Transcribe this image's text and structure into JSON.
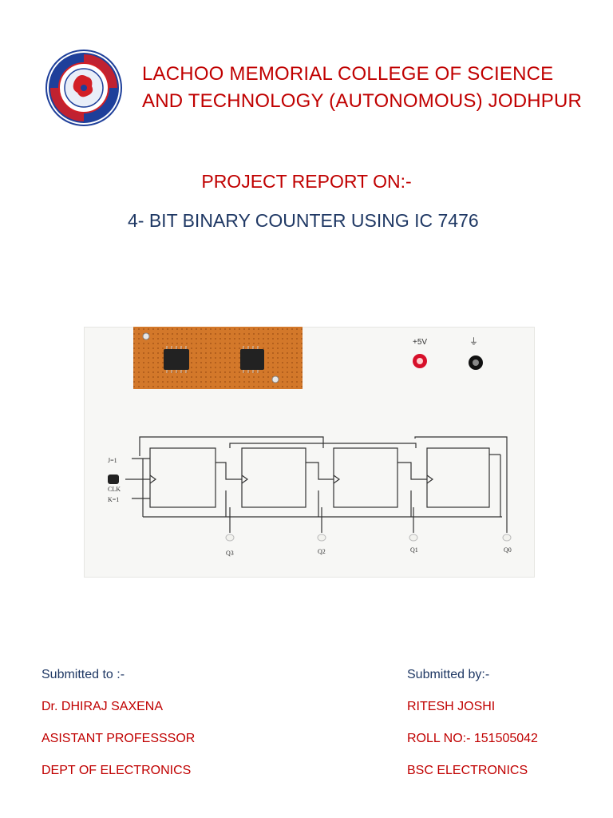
{
  "header": {
    "college_line_1": "LACHOO MEMORIAL COLLEGE OF SCIENCE",
    "college_line_2": "AND TECHNOLOGY (AUTONOMOUS) JODHPUR",
    "logo_icon": "college-emblem-icon"
  },
  "report": {
    "heading": "PROJECT REPORT ON:-",
    "title": "4- BIT BINARY COUNTER USING IC 7476"
  },
  "photo": {
    "power_label": "+5V",
    "input_labels": [
      "J=1",
      "CLK",
      "K=1"
    ],
    "output_labels": [
      "Q3",
      "Q2",
      "Q1",
      "Q0"
    ]
  },
  "submitted_to": {
    "label": "Submitted to :-",
    "name": "Dr. DHIRAJ SAXENA",
    "designation": "ASISTANT PROFESSSOR",
    "department": "DEPT OF ELECTRONICS"
  },
  "submitted_by": {
    "label": "Submitted by:-",
    "name": "RITESH JOSHI",
    "roll": "ROLL NO:- 151505042",
    "course": "BSC ELECTRONICS"
  },
  "colors": {
    "heading_red": "#c00000",
    "text_navy": "#1f3864",
    "logo_blue": "#1e3f9a",
    "logo_red": "#d21f26"
  }
}
